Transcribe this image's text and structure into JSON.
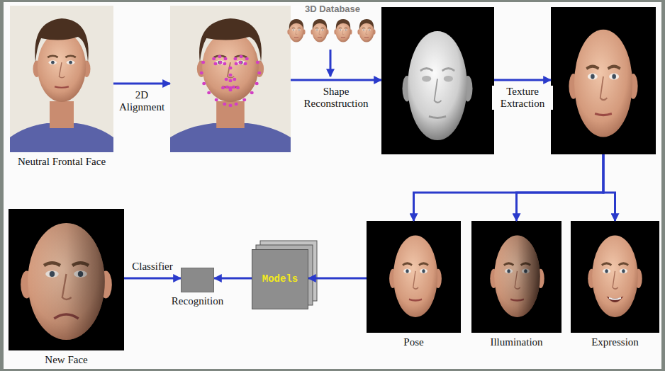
{
  "diagram": {
    "nodes": [
      {
        "text": [
          "Neutral Frontal Face"
        ]
      },
      {
        "text": []
      },
      {
        "text": []
      },
      {
        "text": []
      },
      {
        "text": [
          "New Face"
        ]
      },
      {
        "text": [
          "Recognition"
        ]
      },
      {
        "text": [
          "Models"
        ]
      },
      {
        "text": [
          "Pose"
        ]
      },
      {
        "text": [
          "Illumination"
        ]
      },
      {
        "text": [
          "Expression"
        ]
      }
    ],
    "edges": [
      {
        "from": 0,
        "to": 1,
        "arrow": "to",
        "label": "2D Alignment"
      },
      {
        "from": 1,
        "to": 2,
        "arrow": "to",
        "label": "Shape Reconstruction"
      },
      {
        "from": 2,
        "to": 3,
        "arrow": "to",
        "label": "Texture Extraction"
      },
      {
        "from": 3,
        "to": 7,
        "arrow": "to"
      },
      {
        "from": 3,
        "to": 8,
        "arrow": "to"
      },
      {
        "from": 3,
        "to": 9,
        "arrow": "to"
      },
      {
        "from": 7,
        "to": 6,
        "arrow": "to"
      },
      {
        "from": 6,
        "to": 5,
        "arrow": "to"
      },
      {
        "from": 4,
        "to": 5,
        "arrow": "to",
        "label": "Classifier"
      }
    ],
    "labels": [
      "3D Database"
    ]
  }
}
